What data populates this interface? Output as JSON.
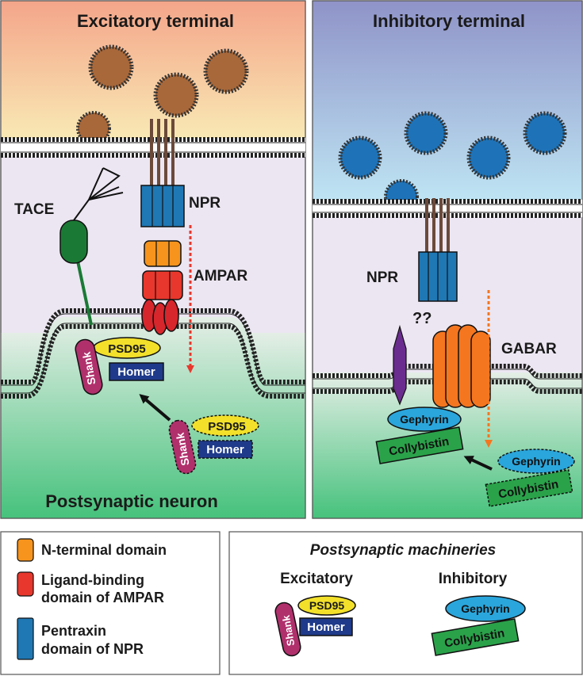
{
  "left_panel": {
    "title": "Excitatory terminal",
    "bottom_label": "Postsynaptic neuron",
    "tace_label": "TACE",
    "npr_label": "NPR",
    "ampar_label": "AMPAR",
    "psd95": "PSD95",
    "homer": "Homer",
    "shank": "Shank"
  },
  "right_panel": {
    "title": "Inhibitory terminal",
    "npr_label": "NPR",
    "unknown_label": "??",
    "gabar_label": "GABAR",
    "gephyrin": "Gephyrin",
    "collybistin": "Collybistin"
  },
  "legend": {
    "items": [
      {
        "label_1": "N-terminal domain",
        "label_2": "",
        "color": "#f7941d"
      },
      {
        "label_1": "Ligand-binding",
        "label_2": "domain of AMPAR",
        "color": "#e8372c"
      },
      {
        "label_1": "Pentraxin",
        "label_2": "domain of NPR",
        "color": "#1f78b4"
      }
    ]
  },
  "machineries": {
    "title": "Postsynaptic machineries",
    "excitatory_label": "Excitatory",
    "inhibitory_label": "Inhibitory",
    "psd95": "PSD95",
    "homer": "Homer",
    "shank": "Shank",
    "gephyrin": "Gephyrin",
    "collybistin": "Collybistin"
  },
  "colors": {
    "vesicle_excitatory": "#a8683a",
    "vesicle_inhibitory": "#1e73b8",
    "tace": "#1a7a35",
    "psd95": "#f2e02a",
    "homer": "#1f3a8a",
    "shank": "#b0306c",
    "gephyrin": "#2aa6dc",
    "collybistin": "#2aa24a",
    "gabar": "#f4761f",
    "arrow_excitatory": "#e8372c",
    "arrow_inhibitory": "#f4761f",
    "unknown_protein": "#6a2c8e"
  }
}
